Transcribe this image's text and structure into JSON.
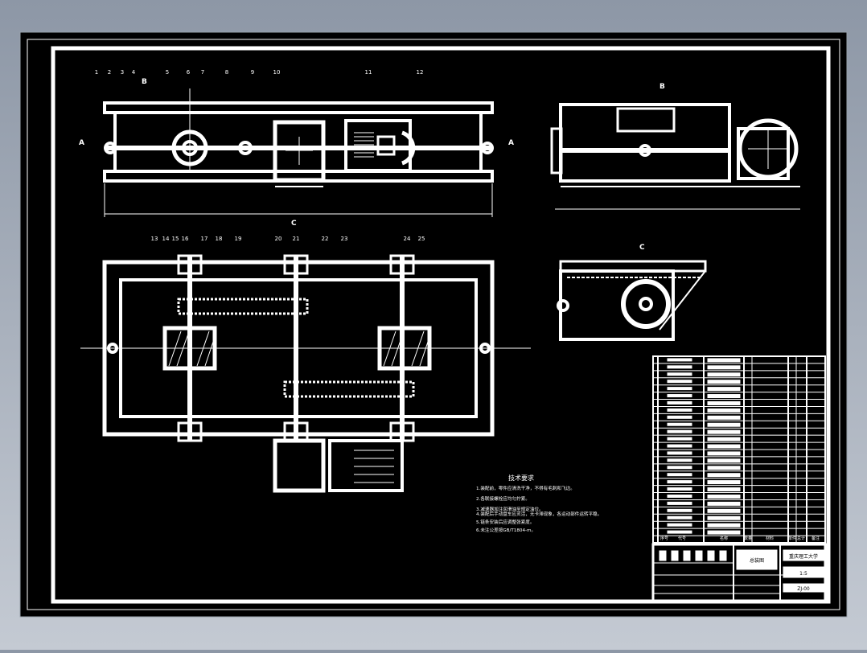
{
  "canvas": {
    "background": "#000000",
    "line": "#ffffff",
    "frame_outer": "#9aa3ad"
  },
  "part_callouts_front": [
    "1",
    "2",
    "3",
    "4",
    "5",
    "6",
    "7",
    "8",
    "9",
    "10",
    "11",
    "12"
  ],
  "part_callouts_plan": [
    "13",
    "14",
    "15",
    "16",
    "17",
    "18",
    "19",
    "20",
    "21",
    "22",
    "23",
    "24",
    "25"
  ],
  "section_marks": [
    "A",
    "A",
    "B",
    "B",
    "C",
    "C"
  ],
  "tech_requirements": {
    "heading": "技术要求",
    "lines": [
      "1.装配前，零件应清洗干净，不得有毛刺和飞边。",
      "2.各联接螺栓应均匀拧紧。",
      "3.减速器加注润滑油至规定油位。",
      "4.装配后手动盘车应灵活，无卡滞现象，各运动部件运转平稳。",
      "5.链条安装后应调整张紧度。",
      "6.未注公差按GB/T1804-m。"
    ]
  },
  "parts_table": {
    "rows": 26,
    "header": [
      "序号",
      "代号",
      "名称",
      "数量",
      "材料",
      "单件",
      "总计",
      "备注"
    ]
  },
  "title_block": {
    "drawing_name": "总装图",
    "school": "重庆理工大学",
    "scale": "1:5",
    "drawing_number": "ZJ-00"
  }
}
